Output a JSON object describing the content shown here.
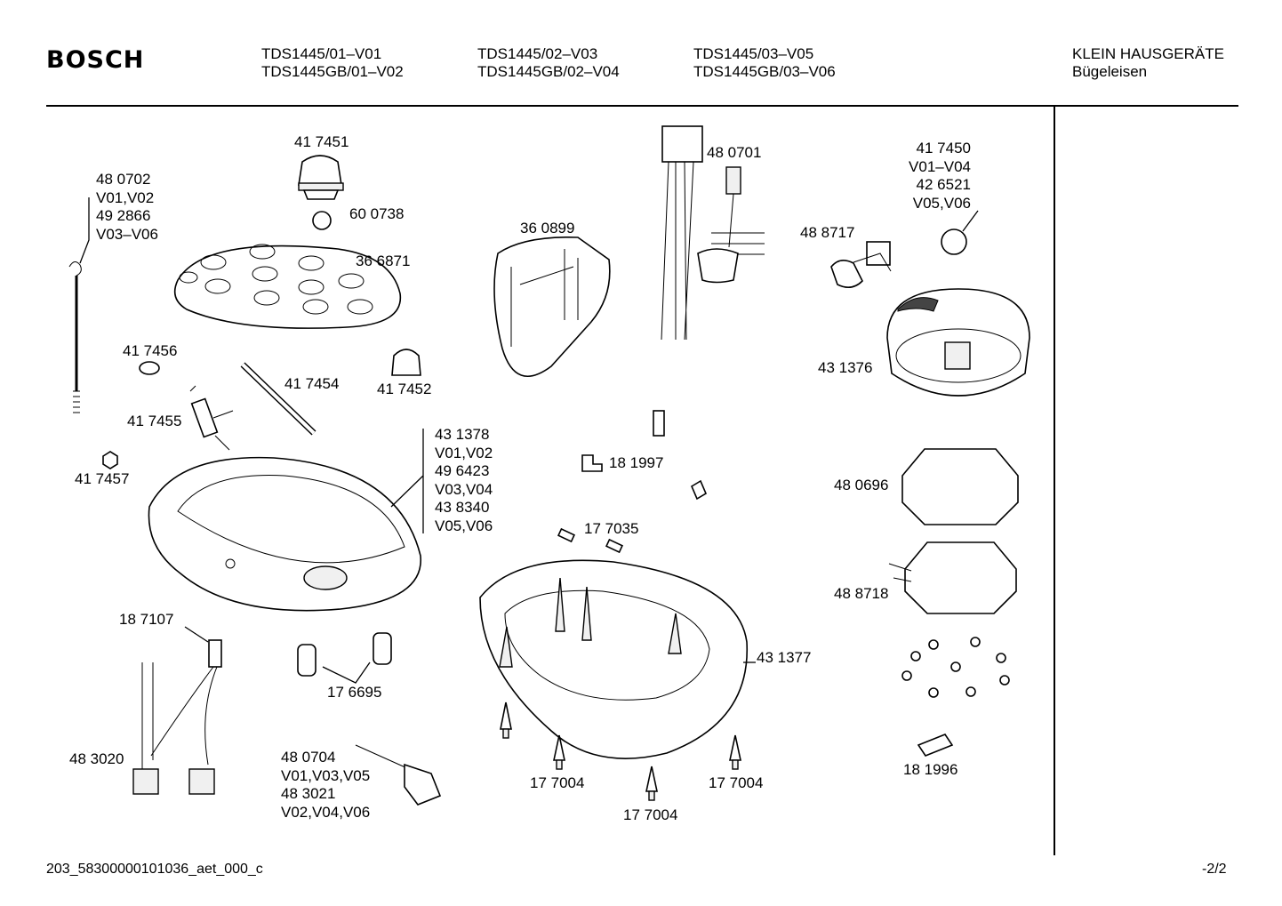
{
  "header": {
    "brand": "BOSCH",
    "models_col1": [
      "TDS1445/01–V01",
      "TDS1445GB/01–V02"
    ],
    "models_col2": [
      "TDS1445/02–V03",
      "TDS1445GB/02–V04"
    ],
    "models_col3": [
      "TDS1445/03–V05",
      "TDS1445GB/03–V06"
    ],
    "category": [
      "KLEIN HAUSGERÄTE",
      "Bügeleisen"
    ]
  },
  "parts": {
    "p480702": [
      "48 0702",
      "V01,V02",
      "49 2866",
      "V03–V06"
    ],
    "p417451": [
      "41 7451"
    ],
    "p600738": [
      "60 0738"
    ],
    "p366871": [
      "36 6871"
    ],
    "p360899": [
      "36 0899"
    ],
    "p480701": [
      "48 0701"
    ],
    "p488717": [
      "48 8717"
    ],
    "p417450": [
      "41 7450",
      "V01–V04",
      "42 6521",
      "V05,V06"
    ],
    "p417456": [
      "41 7456"
    ],
    "p417454": [
      "41 7454"
    ],
    "p417452": [
      "41 7452"
    ],
    "p417455": [
      "41 7455"
    ],
    "p431376": [
      "43 1376"
    ],
    "p417457": [
      "41 7457"
    ],
    "p431378": [
      "43 1378",
      "V01,V02",
      "49 6423",
      "V03,V04",
      "43 8340",
      "V05,V06"
    ],
    "p181997": [
      "18 1997"
    ],
    "p480696": [
      "48 0696"
    ],
    "p177035": [
      "17 7035"
    ],
    "p488718": [
      "48 8718"
    ],
    "p187107": [
      "18 7107"
    ],
    "p431377": [
      "43 1377"
    ],
    "p176695": [
      "17 6695"
    ],
    "p483020": [
      "48 3020"
    ],
    "p480704": [
      "48 0704",
      "V01,V03,V05",
      "48 3021",
      "V02,V04,V06"
    ],
    "p177004a": [
      "17 7004"
    ],
    "p177004b": [
      "17 7004"
    ],
    "p177004c": [
      "17 7004"
    ],
    "p181996": [
      "18 1996"
    ]
  },
  "footer": {
    "doc_id": "203_58300000101036_aet_000_c",
    "page": "-2/2"
  }
}
